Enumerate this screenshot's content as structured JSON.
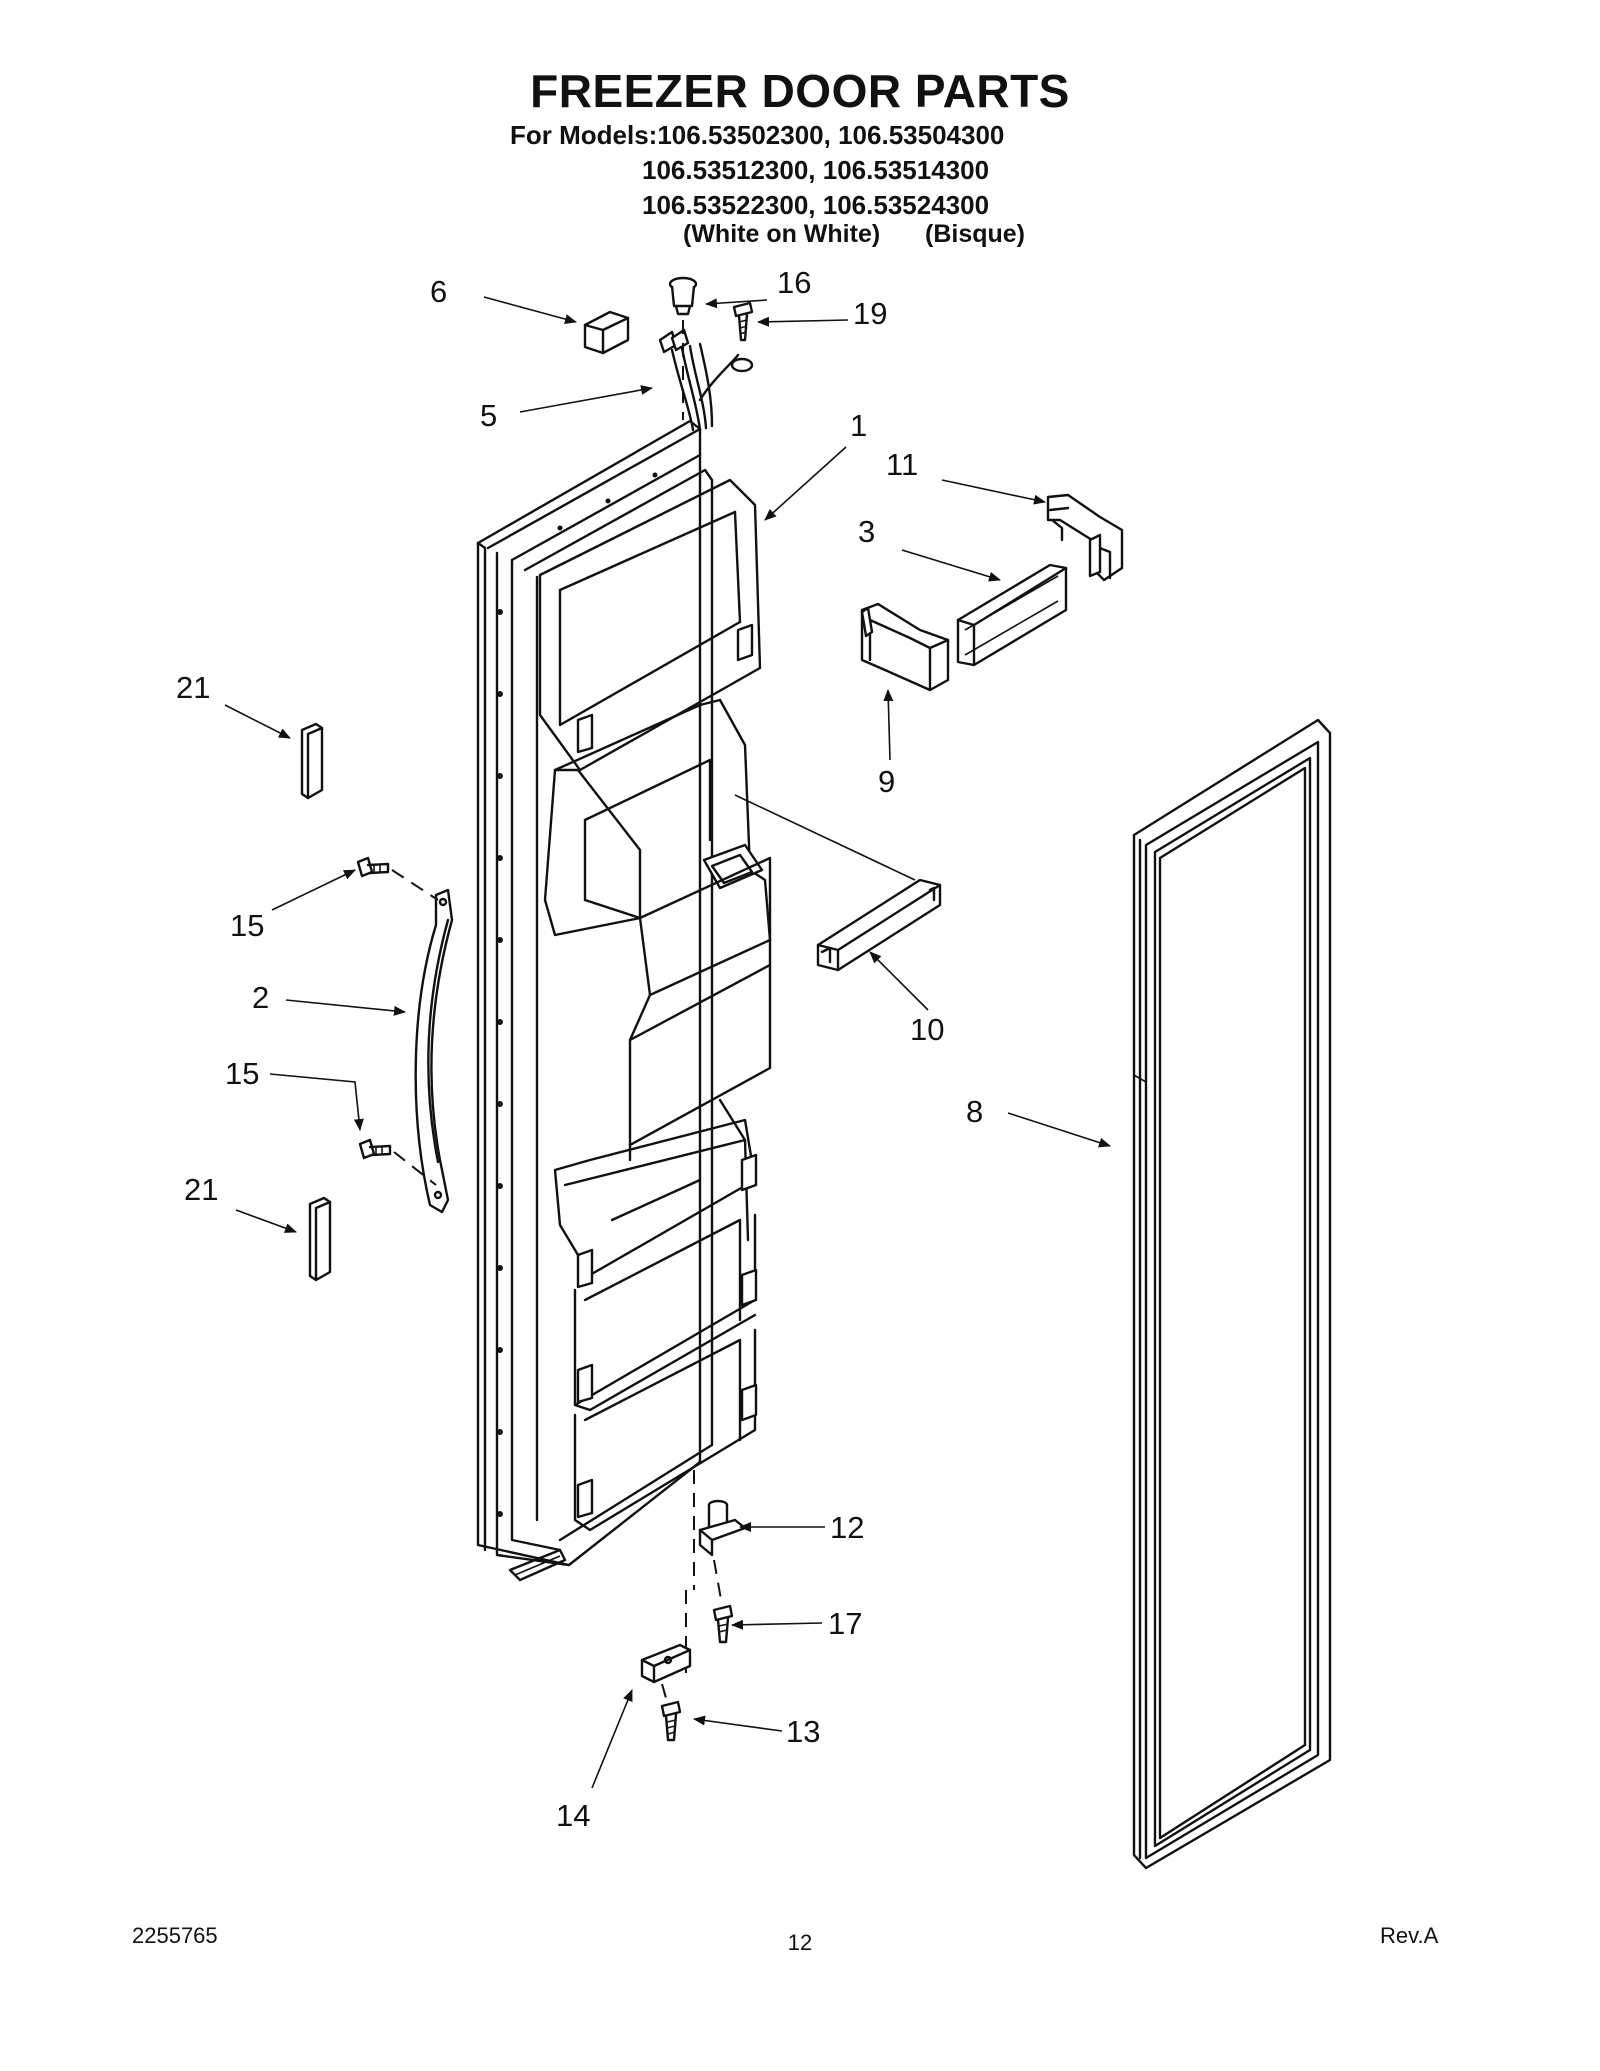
{
  "header": {
    "title": "FREEZER DOOR PARTS",
    "models_prefix": "For Models:",
    "model_rows": [
      [
        "106.53502300,",
        "106.53504300"
      ],
      [
        "106.53512300,",
        "106.53514300"
      ],
      [
        "106.53522300,",
        "106.53524300"
      ]
    ],
    "variants": [
      "(White on White)",
      "(Bisque)"
    ]
  },
  "callouts": {
    "c1": "1",
    "c2": "2",
    "c3": "3",
    "c5": "5",
    "c6": "6",
    "c8": "8",
    "c9": "9",
    "c10": "10",
    "c11": "11",
    "c12": "12",
    "c13": "13",
    "c14": "14",
    "c15a": "15",
    "c15b": "15",
    "c16": "16",
    "c17": "17",
    "c19": "19",
    "c21a": "21",
    "c21b": "21"
  },
  "footer": {
    "doc_number": "2255765",
    "page_number": "12",
    "revision": "Rev.A"
  }
}
